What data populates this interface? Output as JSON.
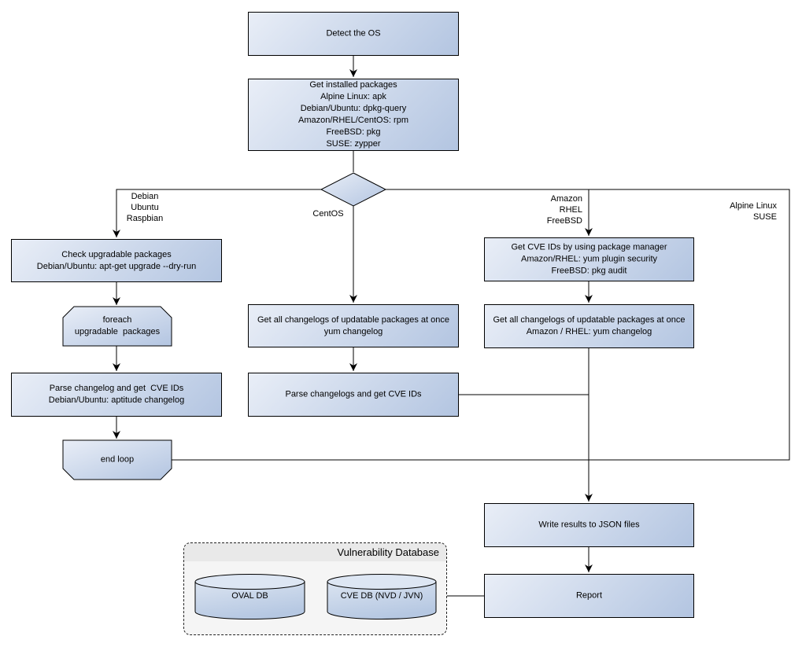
{
  "nodes": {
    "detect_os": "Detect the OS",
    "get_installed_packages": "Get installed packages\nAlpine Linux: apk\nDebian/Ubuntu: dpkg-query\nAmazon/RHEL/CentOS: rpm\nFreeBSD: pkg\nSUSE: zypper",
    "check_upgradable": "Check upgradable packages\nDebian/Ubuntu: apt-get upgrade --dry-run",
    "foreach_loop": "foreach\nupgradable  packages",
    "parse_changelog_left": "Parse changelog and get  CVE IDs\nDebian/Ubuntu: aptitude changelog",
    "end_loop": "end loop",
    "get_changelogs_center": "Get all changelogs of updatable packages at once\nyum changelog",
    "parse_changelogs_center": "Parse changelogs and get CVE IDs",
    "get_cve_ids_right": "Get CVE IDs by using package manager\nAmazon/RHEL: yum plugin security\nFreeBSD: pkg audit",
    "get_changelogs_right": "Get all changelogs of updatable packages at once\nAmazon / RHEL: yum changelog",
    "write_results": "Write results to JSON files",
    "report": "Report"
  },
  "branch_labels": {
    "debian": "Debian\nUbuntu\nRaspbian",
    "centos": "CentOS",
    "amazon": "Amazon\nRHEL\nFreeBSD",
    "alpine": "Alpine Linux\nSUSE"
  },
  "database_panel": {
    "title": "Vulnerability Database",
    "cylinders": [
      "OVAL DB",
      "CVE DB (NVD / JVN)"
    ]
  },
  "colors": {
    "node_gradient_start": "#e9eef7",
    "node_gradient_end": "#b3c5e1",
    "edge": "#000000",
    "panel_body": "#f5f5f5",
    "panel_header": "#e9e9e9"
  }
}
